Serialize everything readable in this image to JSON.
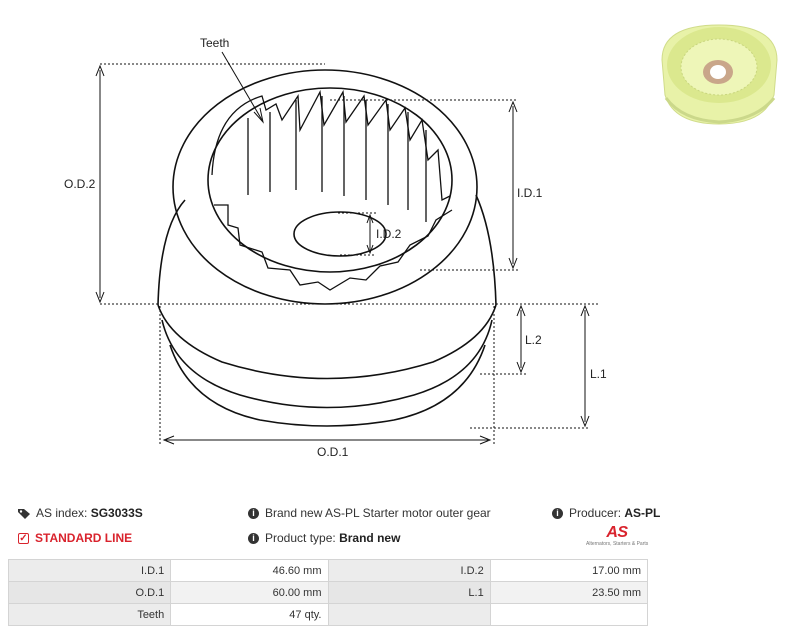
{
  "drawing": {
    "labels": {
      "teeth": "Teeth",
      "od2": "O.D.2",
      "id1": "I.D.1",
      "id2": "I.D.2",
      "l2": "L.2",
      "l1": "L.1",
      "od1": "O.D.1"
    }
  },
  "info": {
    "as_index_label": "AS index:",
    "as_index_value": "SG3033S",
    "description": "Brand new AS-PL Starter motor outer gear",
    "producer_label": "Producer:",
    "producer_value": "AS-PL",
    "standard_line": "STANDARD LINE",
    "product_type_label": "Product type:",
    "product_type_value": "Brand new"
  },
  "logo": {
    "mark": "AS",
    "tagline": "Alternators, Starters & Parts"
  },
  "icons": {
    "tag": "tag-icon",
    "info": "info-icon",
    "check": "checkbox-icon"
  },
  "colors": {
    "brand_red": "#d9232d",
    "gear_part": "#e8f2a8"
  },
  "specs": {
    "rows": [
      [
        {
          "label": "I.D.1",
          "value": "46.60 mm"
        },
        {
          "label": "I.D.2",
          "value": "17.00 mm"
        }
      ],
      [
        {
          "label": "O.D.1",
          "value": "60.00 mm"
        },
        {
          "label": "L.1",
          "value": "23.50 mm"
        }
      ],
      [
        {
          "label": "Teeth",
          "value": "47 qty."
        },
        {
          "label": "",
          "value": ""
        }
      ]
    ]
  }
}
